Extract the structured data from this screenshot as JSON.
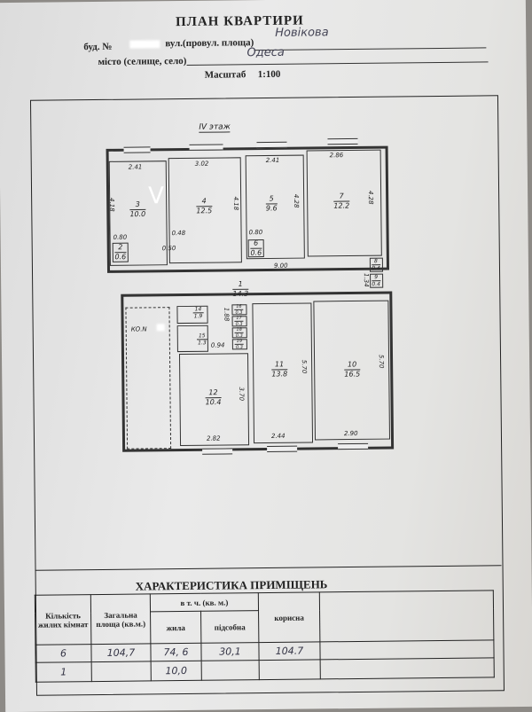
{
  "header": {
    "title": "ПЛАН КВАРТИРИ",
    "building_label": "буд. №",
    "street_label": "вул.(провул. площа)",
    "street_value": "Новікова",
    "city_label": "місто (селище, село)",
    "city_value": "Одеса",
    "scale_label": "Масштаб",
    "scale_value": "1:100"
  },
  "plan": {
    "floor_label": "IV этаж",
    "check_mark": "V",
    "rooms": [
      {
        "n": "1",
        "area": "14.3"
      },
      {
        "n": "2",
        "area": "0.6"
      },
      {
        "n": "3",
        "area": "10.0"
      },
      {
        "n": "4",
        "area": "12.5"
      },
      {
        "n": "5",
        "area": "9.6"
      },
      {
        "n": "6",
        "area": "0.6"
      },
      {
        "n": "7",
        "area": "12.2"
      },
      {
        "n": "8",
        "area": "0.4"
      },
      {
        "n": "9",
        "area": "0.4"
      },
      {
        "n": "10",
        "area": "16.5"
      },
      {
        "n": "11",
        "area": "13.8"
      },
      {
        "n": "12",
        "area": "10.4"
      },
      {
        "n": "14",
        "area": "1.9"
      },
      {
        "n": "15",
        "area": "1.3"
      },
      {
        "n": "16",
        "area": "0.3"
      },
      {
        "n": "17",
        "area": "0.3"
      },
      {
        "n": "18",
        "area": "0.3"
      },
      {
        "n": "19",
        "area": "0.3"
      }
    ],
    "stair_label": "КО.N",
    "dims": [
      "2.41",
      "3.02",
      "2.41",
      "2.86",
      "4.18",
      "4.18",
      "4.28",
      "4.28",
      "0.80",
      "0.48",
      "0.80",
      "0.50",
      "9.00",
      "1.34",
      "0.94",
      "3.70",
      "5.70",
      "5.70",
      "2.82",
      "2.44",
      "2.90",
      "1.88"
    ]
  },
  "table": {
    "section_title": "ХАРАКТЕРИСТИКА ПРИМІЩЕНЬ",
    "headers": {
      "rooms_count": "Кількість жилих кімнат",
      "total_area": "Загальна площа (кв.м.)",
      "incl": "в т. ч. (кв. м.)",
      "living": "жила",
      "auxiliary": "підсобна",
      "useful": "корисна"
    },
    "rows": [
      {
        "rooms": "6",
        "total": "104,7",
        "living": "74, 6",
        "aux": "30,1",
        "useful": "104.7"
      },
      {
        "rooms": "1",
        "total": "",
        "living": "10,0",
        "aux": "",
        "useful": ""
      }
    ]
  }
}
